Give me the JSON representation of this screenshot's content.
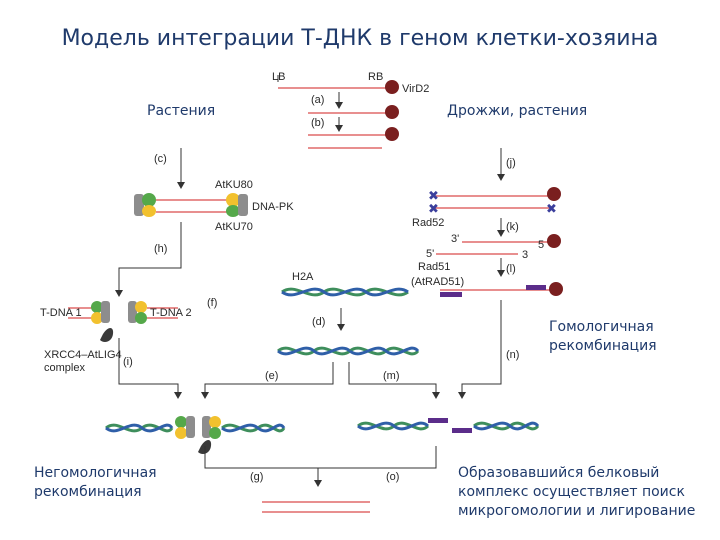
{
  "title": "Модель интеграции Т-ДНК в геном клетки-хозяина",
  "captions": {
    "plants": "Растения",
    "yeast_plants": "Дрожжи, растения",
    "homologous": [
      "Гомологичная",
      "рекомбинация"
    ],
    "nonhomologous": [
      "Негомологичная",
      "рекомбинация"
    ],
    "complex_text": [
      "Образовавшийся белковый",
      "комплекс осуществляет поиск",
      "микрогомологии и лигирование"
    ]
  },
  "labels": {
    "lb": "LB",
    "rb": "RB",
    "vird2": "VirD2",
    "step_a": "(a)",
    "step_b": "(b)",
    "step_c": "(c)",
    "atku80": "AtKU80",
    "dna_pk": "DNA-PK",
    "atku70": "AtKU70",
    "step_h": "(h)",
    "tdna1": "T-DNA 1",
    "tdna2": "T-DNA 2",
    "step_f": "(f)",
    "xrcc4_1": "XRCC4–AtLIG4",
    "xrcc4_2": "complex",
    "step_i": "(i)",
    "h2a": "H2A",
    "step_d": "(d)",
    "step_e": "(e)",
    "step_m": "(m)",
    "step_j": "(j)",
    "rad52": "Rad52",
    "step_k": "(k)",
    "three_prime": "3'",
    "five_prime_top": "5",
    "five_prime_bottom": "5'",
    "three_bottom": "3",
    "rad51": "Rad51",
    "atrad51": "(AtRAD51)",
    "step_l": "(l)",
    "step_n": "(n)",
    "step_g": "(g)",
    "step_o": "(o)"
  },
  "colors": {
    "title": "#1f3a6b",
    "tdna_line": "#e06a6a",
    "vird2": "#7a1f1f",
    "ku_green": "#55a84a",
    "ku_yellow": "#f2c12e",
    "ku_gray": "#8d8d8d",
    "rad52": "#3b3f9c",
    "rad51": "#5b2d8a",
    "dna_green": "#3e8e5c",
    "dna_blue": "#2f5fa8"
  }
}
